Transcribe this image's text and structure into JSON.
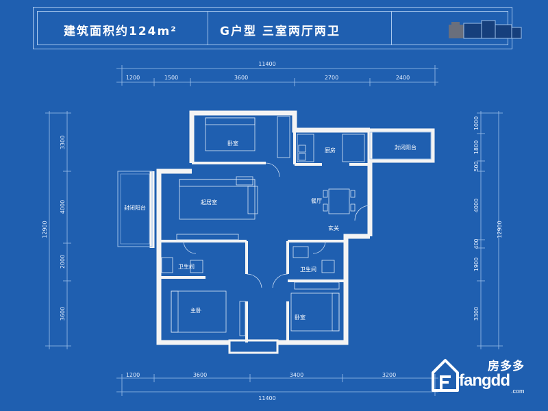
{
  "header": {
    "area_label": "建筑面积约124m²",
    "type_label": "G户型  三室两厅两卫"
  },
  "dimensions": {
    "top_total": "11400",
    "top_segments": [
      "1200",
      "1500",
      "3600",
      "2700",
      "2400"
    ],
    "bottom_total": "11400",
    "bottom_segments": [
      "1200",
      "3600",
      "3400",
      "3200"
    ],
    "left_total": "12900",
    "left_segments": [
      "3300",
      "4000",
      "2000",
      "3600"
    ],
    "right_total": "12900",
    "right_segments": [
      "1000",
      "1800",
      "500",
      "4000",
      "400",
      "1900",
      "3300"
    ]
  },
  "rooms": {
    "bedroom_north": "卧室",
    "kitchen": "厨房",
    "enclosed_balcony_east": "封闭阳台",
    "living_room": "起居室",
    "dining_room": "餐厅",
    "enclosed_balcony_west": "封闭阳台",
    "entrance": "玄关",
    "bathroom_west": "卫生间",
    "bathroom_east": "卫生间",
    "master_bedroom": "主卧",
    "bedroom_south": "卧室"
  },
  "watermark": {
    "cn": "房多多",
    "en": "fangdd",
    "domain": ".com"
  },
  "colors": {
    "background": "#1f5fb0",
    "wall": "#f4f4f4",
    "line": "#a8c8ee"
  }
}
